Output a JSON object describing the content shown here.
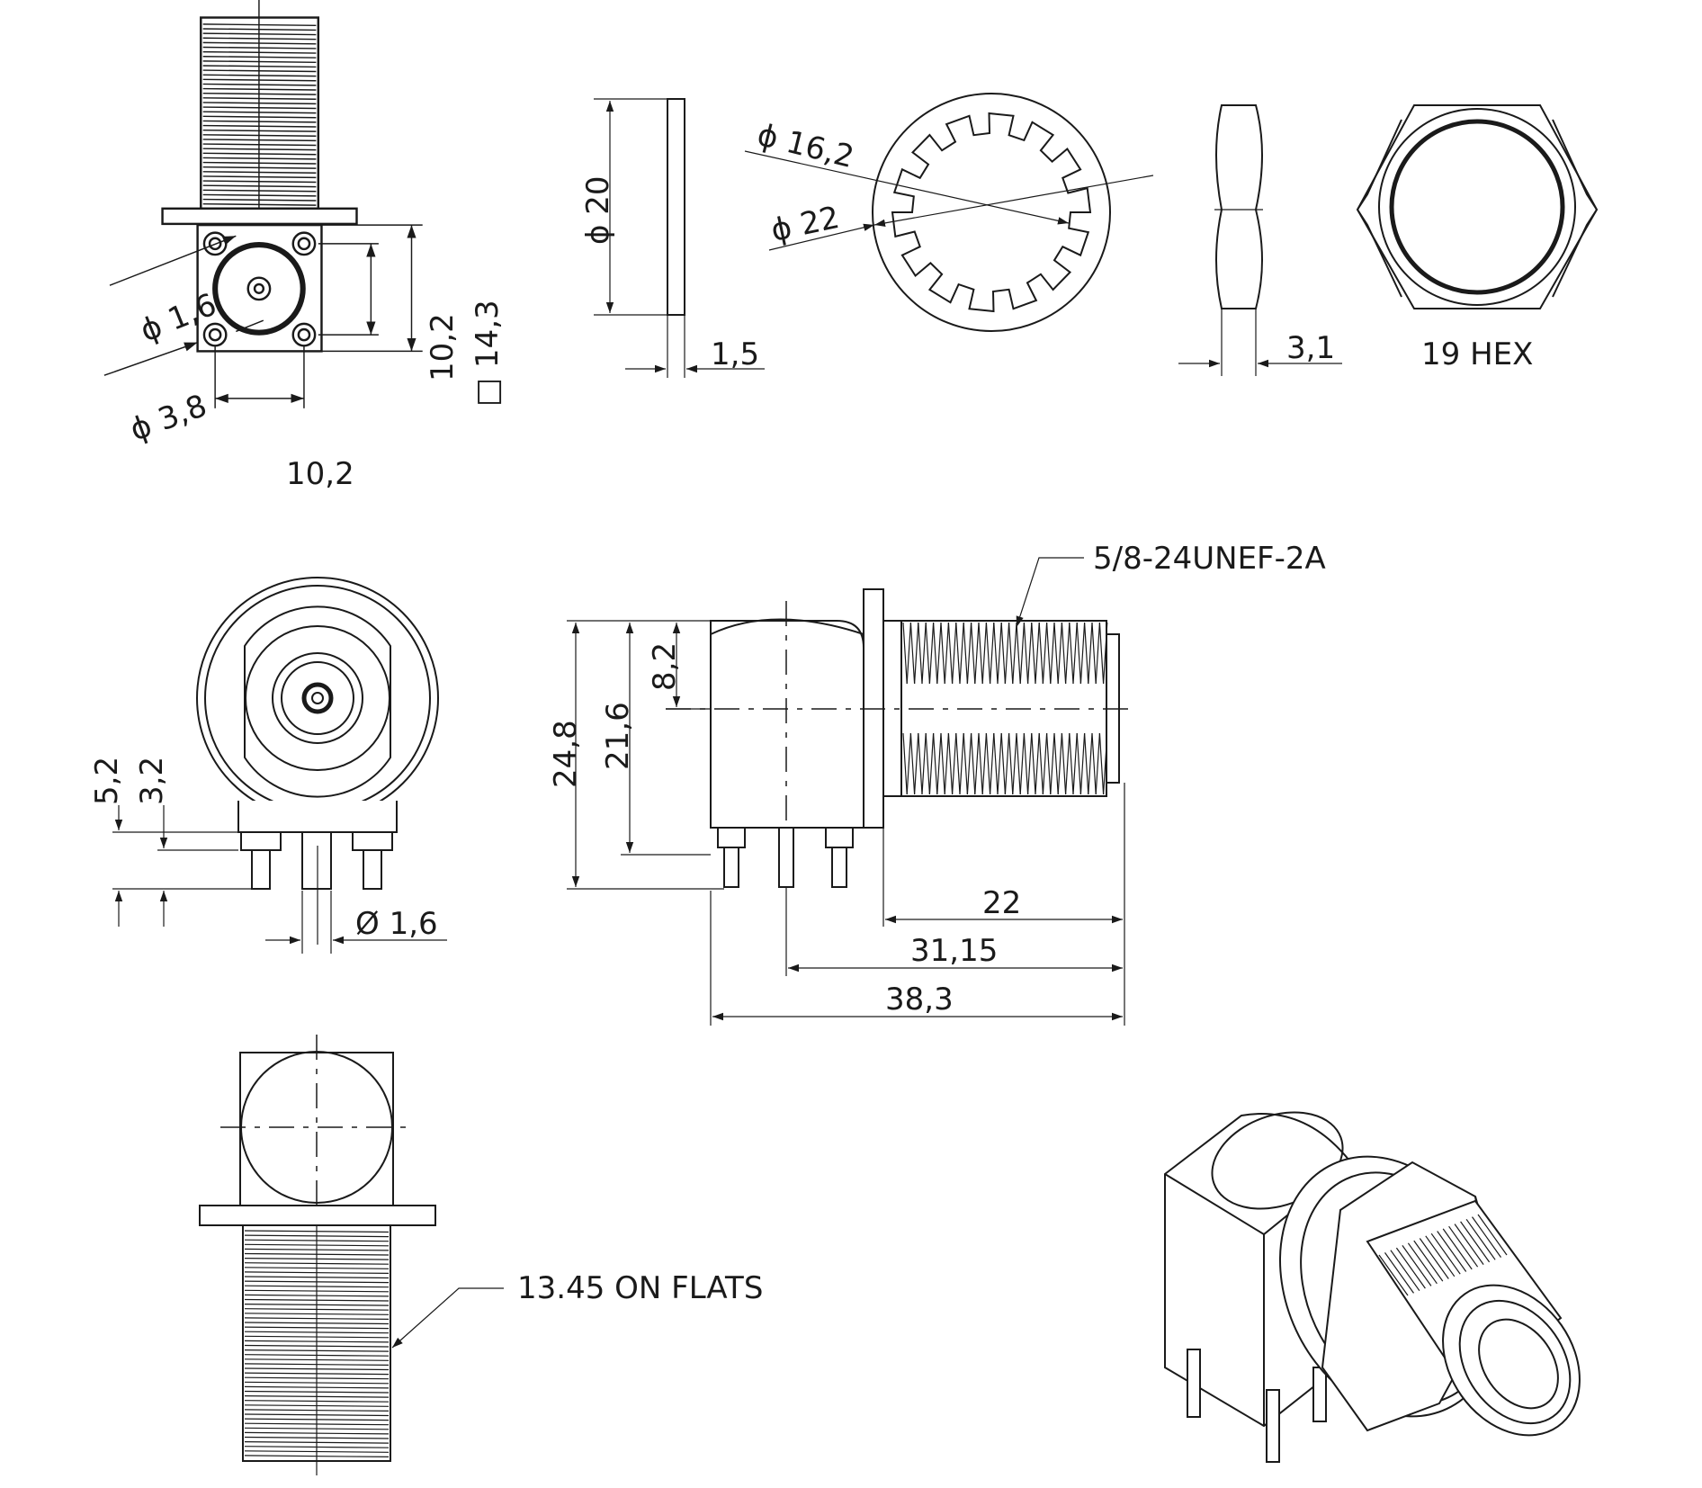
{
  "dimensions": {
    "front_hole_dia": "ϕ 1,6",
    "front_bore_dia": "ϕ 3,8",
    "front_hole_spacing_v": "10,2",
    "front_square": "□ 14,3",
    "front_hole_spacing_h": "10,2",
    "washer_dia": "ϕ 20",
    "washer_thk": "1,5",
    "lockwasher_inner": "ϕ 16,2",
    "lockwasher_outer": "ϕ 22",
    "nut_thk": "3,1",
    "nut_hex": "19 HEX",
    "thread_spec": "5/8-24UNEF-2A",
    "side_total_height": "24,8",
    "side_flange_height": "21,6",
    "side_axis_height": "8,2",
    "side_len_thread": "22",
    "side_len_axis": "31,15",
    "side_len_total": "38,3",
    "end_pin_5": "5,2",
    "end_pin_3": "3,2",
    "end_pin_dia": "Ø 1,6",
    "flats": "13.45 ON FLATS"
  }
}
